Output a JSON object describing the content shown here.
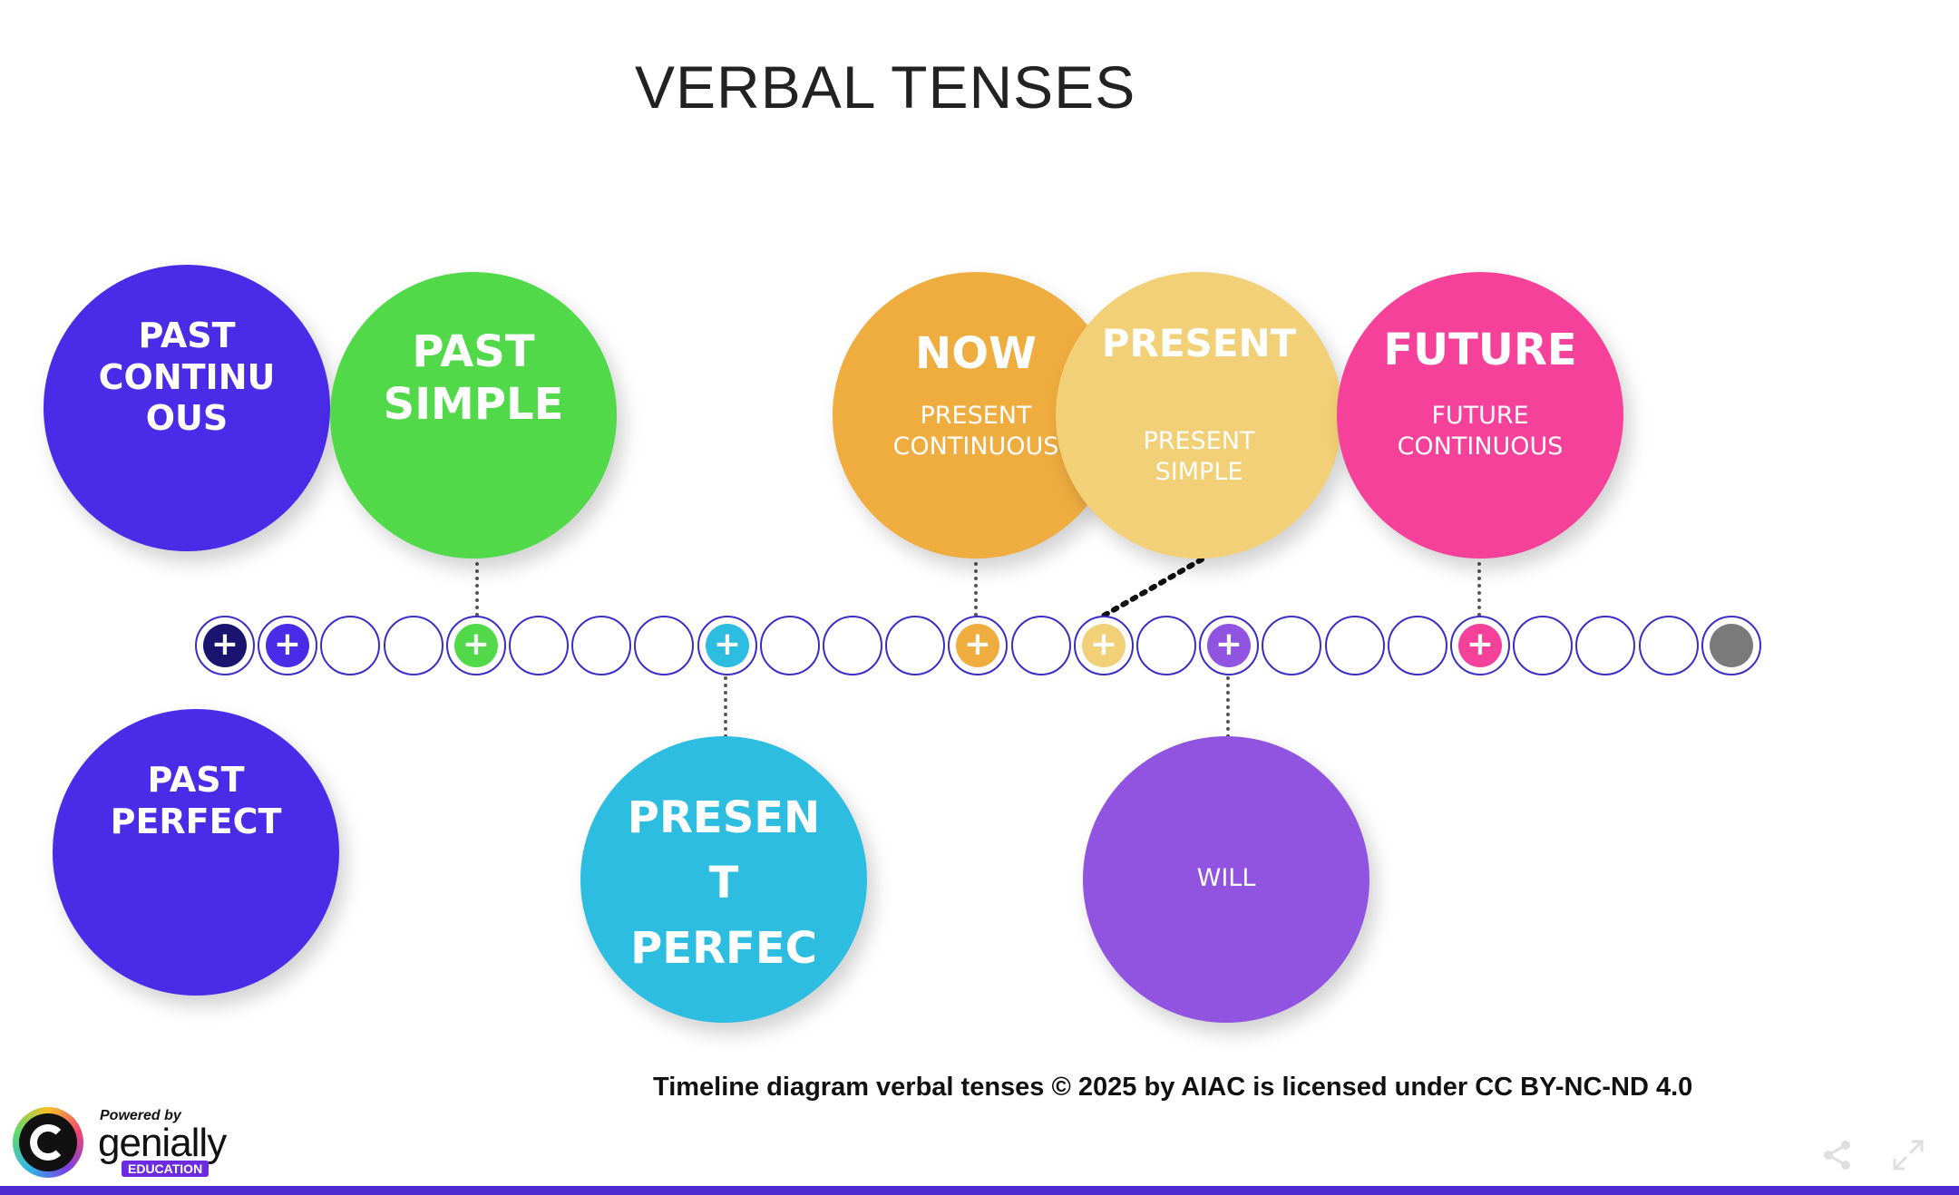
{
  "title": "VERBAL TENSES",
  "bubbles": {
    "past_continuous": {
      "label": "PAST\nCONTINU\nOUS",
      "color": "#4a2be8"
    },
    "past_simple": {
      "label": "PAST\nSIMPLE",
      "color": "#52d94a"
    },
    "now": {
      "label": "NOW",
      "sub": "PRESENT\nCONTINUOUS",
      "color": "#efac3f"
    },
    "present": {
      "label": "PRESENT",
      "sub": "PRESENT\nSIMPLE",
      "color": "#f2d077"
    },
    "future": {
      "label": "FUTURE",
      "sub": "FUTURE\nCONTINUOUS",
      "color": "#f5419a"
    },
    "past_perfect": {
      "label": "PAST\nPERFECT",
      "color": "#4a2be8"
    },
    "present_perfect": {
      "label": "PRESEN\nT\nPERFEC",
      "color": "#2dbde0"
    },
    "will": {
      "label": "WILL",
      "color": "#9054e0"
    }
  },
  "timeline": {
    "nodes": [
      {
        "type": "plus",
        "color": "#1a1470"
      },
      {
        "type": "plus",
        "color": "#4a2be8"
      },
      {
        "type": "empty"
      },
      {
        "type": "empty"
      },
      {
        "type": "plus",
        "color": "#52d94a"
      },
      {
        "type": "empty"
      },
      {
        "type": "empty"
      },
      {
        "type": "empty"
      },
      {
        "type": "plus",
        "color": "#2dbde0"
      },
      {
        "type": "empty"
      },
      {
        "type": "empty"
      },
      {
        "type": "empty"
      },
      {
        "type": "plus",
        "color": "#efac3f"
      },
      {
        "type": "empty"
      },
      {
        "type": "plus",
        "color": "#f2d077"
      },
      {
        "type": "empty"
      },
      {
        "type": "plus",
        "color": "#9054e0"
      },
      {
        "type": "empty"
      },
      {
        "type": "empty"
      },
      {
        "type": "empty"
      },
      {
        "type": "plus",
        "color": "#f5419a"
      },
      {
        "type": "empty"
      },
      {
        "type": "empty"
      },
      {
        "type": "empty"
      },
      {
        "type": "end",
        "color": "#7a7a7a"
      }
    ],
    "plus_symbol": "+"
  },
  "credit": "Timeline diagram verbal tenses © 2025 by AIAC is licensed under CC BY-NC-ND 4.0",
  "logo": {
    "powered_by": "Powered by",
    "brand": "genially",
    "badge": "EDUCATION"
  },
  "icons": {
    "share": "share-icon",
    "fullscreen": "fullscreen-icon"
  },
  "accent_bar_color": "#4c2bd0"
}
